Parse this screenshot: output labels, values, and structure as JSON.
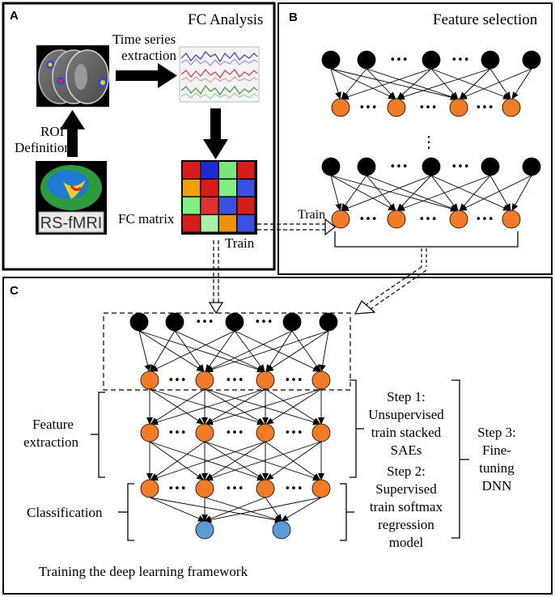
{
  "panels": {
    "a": {
      "letter": "A",
      "title": "FC Analysis",
      "time_series_line1": "Time series",
      "time_series_line2": "extraction",
      "roi_line1": "ROI",
      "roi_line2": "Definition",
      "rsfmri": "RS-fMRI",
      "fc_matrix": "FC matrix",
      "train": "Train",
      "matrix_colors": [
        [
          "#d81c1c",
          "#1c2ad8",
          "#78e878",
          "#d81c1c"
        ],
        [
          "#f0a000",
          "#d81c1c",
          "#80f080",
          "#3a50e0"
        ],
        [
          "#80f080",
          "#e03030",
          "#3a50e0",
          "#d81c1c"
        ],
        [
          "#d81c1c",
          "#a8f0a8",
          "#f09000",
          "#3a50e0"
        ]
      ]
    },
    "b": {
      "letter": "B",
      "title": "Feature selection",
      "train": "Train",
      "dots": "•••",
      "vdots": "⋮"
    },
    "c": {
      "letter": "C",
      "feature_line1": "Feature",
      "feature_line2": "extraction",
      "classification": "Classification",
      "step1_line1": "Step 1:",
      "step1_line2": "Unsupervised",
      "step1_line3": "train stacked",
      "step1_line4": "SAEs",
      "step2_line1": "Step 2:",
      "step2_line2": "Supervised",
      "step2_line3": "train softmax",
      "step2_line4": "regression",
      "step2_line5": "model",
      "step3_line1": "Step 3:",
      "step3_line2": "Fine-",
      "step3_line3": "tuning",
      "step3_line4": "DNN",
      "caption": "Training the deep learning framework",
      "dots": "•••"
    }
  },
  "colors": {
    "input_node": "#000000",
    "hidden_node": "#f07c28",
    "output_node": "#5b9bd5",
    "series_blue": "#3a3ad8",
    "series_red": "#d83a3a",
    "series_green": "#3a9a3a"
  }
}
